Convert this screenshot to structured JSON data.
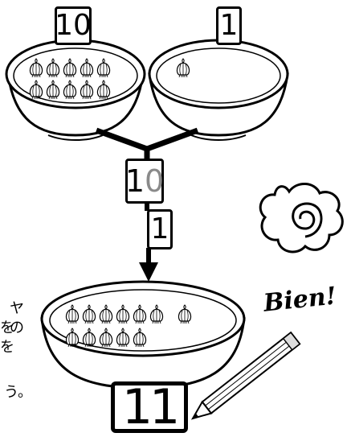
{
  "boxes": {
    "left_count": "10",
    "right_count": "1",
    "middle_tens": "1",
    "middle_ones": "0",
    "addend": "1",
    "result": "11"
  },
  "text_lines": [
    "ヤの",
    "を",
    "を",
    "う。"
  ],
  "bien": "Bien!"
}
